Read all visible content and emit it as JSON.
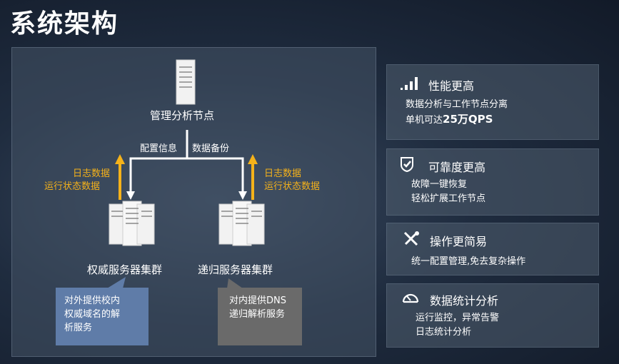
{
  "title": "系统架构",
  "diagram": {
    "mgmt_node": "管理分析节点",
    "flow_config": "配置信息",
    "flow_backup": "数据备份",
    "left_upload": [
      "日志数据",
      "运行状态数据"
    ],
    "right_upload": [
      "日志数据",
      "运行状态数据"
    ],
    "auth_cluster": "权威服务器集群",
    "recursive_cluster": "递归服务器集群",
    "auth_callout": [
      "对外提供校内",
      "权威域名的解",
      "析服务"
    ],
    "recursive_callout": [
      "对内提供DNS",
      "递归解析服务"
    ],
    "colors": {
      "arrow": "#f5b21a",
      "auth_callout": "#5f7ca8",
      "recursive_callout": "#6a6a6a"
    }
  },
  "features": [
    {
      "icon": "signal-bars-icon",
      "title": "性能更高",
      "lines": [
        "数据分析与工作节点分离"
      ],
      "qps_prefix": "单机可达",
      "qps_value": "25万QPS"
    },
    {
      "icon": "shield-check-icon",
      "title": "可靠度更高",
      "lines": [
        "故障一键恢复",
        "轻松扩展工作节点"
      ]
    },
    {
      "icon": "tools-icon",
      "title": "操作更简易",
      "lines": [
        "统一配置管理,免去复杂操作"
      ]
    },
    {
      "icon": "gauge-icon",
      "title": "数据统计分析",
      "lines": [
        "运行监控，异常告警",
        "日志统计分析"
      ]
    }
  ]
}
